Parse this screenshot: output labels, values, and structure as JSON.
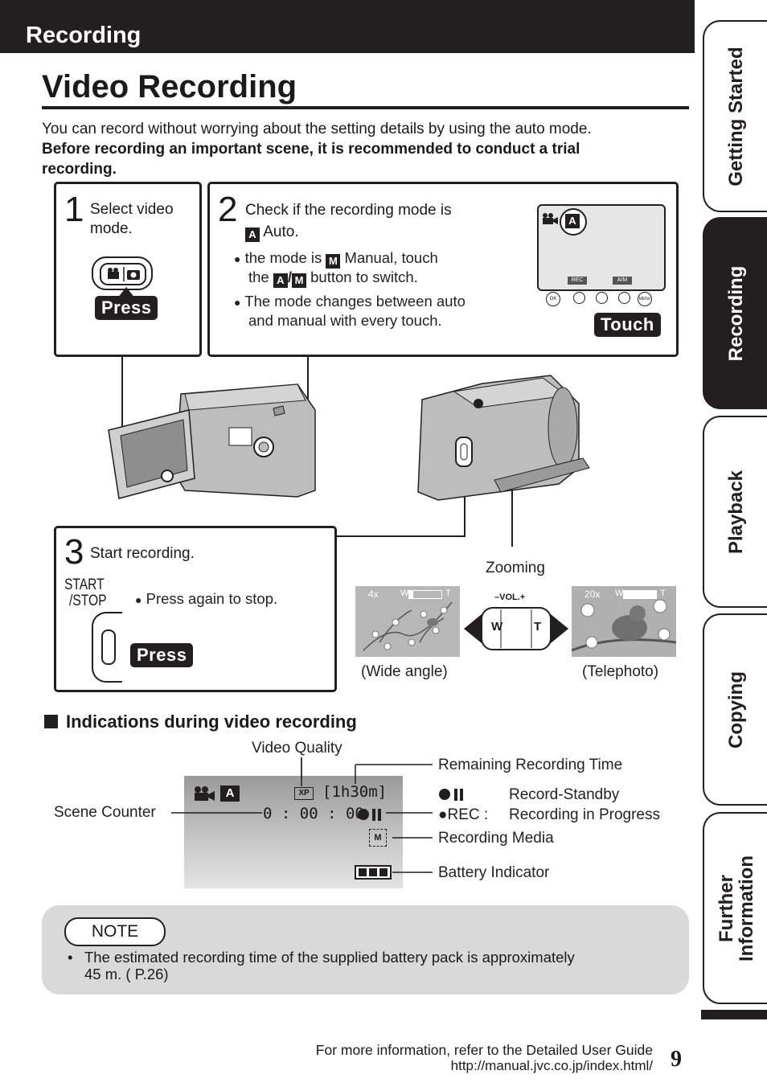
{
  "header": {
    "section": "Recording"
  },
  "title": "Video Recording",
  "intro": {
    "line1": "You can record without worrying about the setting details by using the auto mode.",
    "bold_line2": "Before recording an important scene, it is recommended to conduct a trial",
    "bold_line3": "recording."
  },
  "step1": {
    "num": "1",
    "line1": "Select video",
    "line2": "mode.",
    "press": "Press"
  },
  "step2": {
    "num": "2",
    "line1": "Check if the recording mode is",
    "auto_word": "Auto.",
    "auto_icon": "A",
    "bullet1_a": "the mode is",
    "manual_icon": "M",
    "bullet1_b": "Manual, touch",
    "bullet1_c": "the",
    "bullet1_d": "button to switch.",
    "bullet2_a": "The mode changes between auto",
    "bullet2_b": "and manual with every touch.",
    "touch": "Touch",
    "screen_rec": "REC",
    "screen_am": "A/M",
    "btn_ok": "OK",
    "btn_menu": "MENU"
  },
  "step3": {
    "num": "3",
    "text": "Start recording.",
    "start": "START",
    "stop": "/STOP",
    "bullet": "Press again to stop.",
    "press": "Press"
  },
  "zoom": {
    "title": "Zooming",
    "wide_label": "(Wide angle)",
    "tele_label": "(Telephoto)",
    "wide_mag": "4x",
    "tele_mag": "20x",
    "w": "W",
    "t": "T",
    "vol": "–VOL.+"
  },
  "indications": {
    "heading": "Indications during video recording",
    "video_quality": "Video Quality",
    "remaining_time": "Remaining Recording Time",
    "scene_counter": "Scene Counter",
    "record_standby": "Record-Standby",
    "rec_prefix": "●REC  :",
    "record_in_progress": "Recording in Progress",
    "recording_media": "Recording Media",
    "battery_indicator": "Battery Indicator",
    "screen_xp": "XP",
    "screen_time": "[1h30m]",
    "screen_counter": "0 : 00 : 00",
    "screen_media": "M"
  },
  "note": {
    "label": "NOTE",
    "line1": "The estimated recording time of the supplied battery pack is approximately",
    "line2": "45 m. ( P.26)"
  },
  "tabs": [
    {
      "label": "Getting Started"
    },
    {
      "label": "Recording"
    },
    {
      "label": "Playback"
    },
    {
      "label": "Copying"
    },
    {
      "label_line1": "Further",
      "label_line2": "Information"
    }
  ],
  "footer": {
    "line1": "For more information, refer to the Detailed User Guide",
    "line2": "http://manual.jvc.co.jp/index.html/",
    "page": "9"
  }
}
